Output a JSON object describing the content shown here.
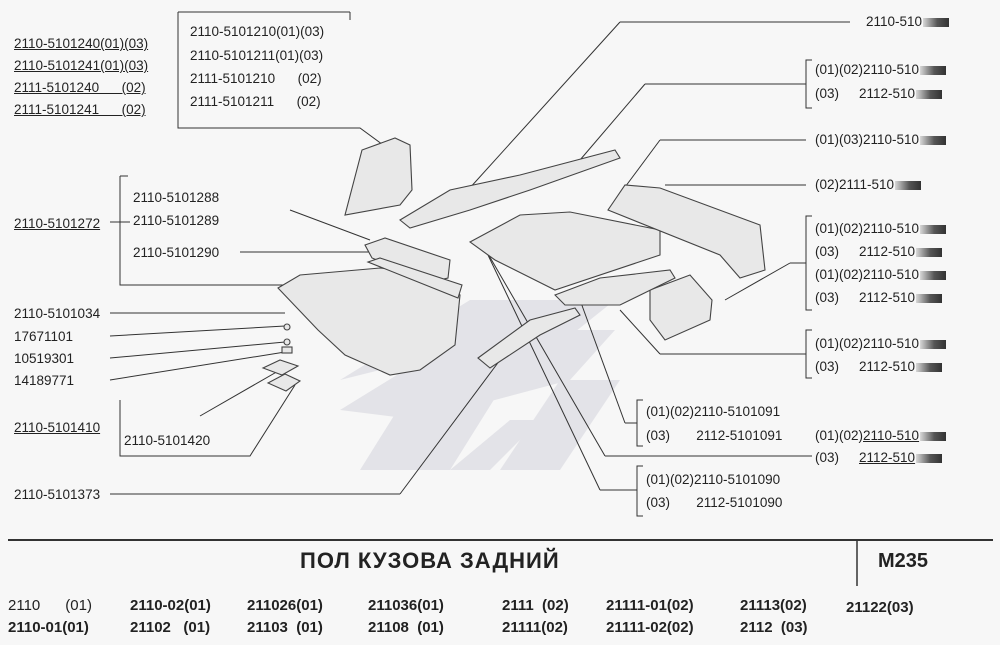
{
  "top_right": {
    "code": "2110-510"
  },
  "left_labels": [
    {
      "text": "2110-5101240(01)(03)",
      "underline_len": 12
    },
    {
      "text": "2110-5101241(01)(03)"
    },
    {
      "text": "2111-5101240      (02)"
    },
    {
      "text": "2111-5101241      (02)"
    }
  ],
  "box_top": [
    "2110-5101210(01)(03)",
    "2110-5101211(01)(03)",
    "2111-5101210      (02)",
    "2111-5101211      (02)"
  ],
  "label_272": "2110-5101272",
  "box_mid": [
    "2110-5101288",
    "2110-5101289"
  ],
  "label_290": "2110-5101290",
  "small_parts": [
    "2110-5101034",
    "17671101",
    "10519301",
    "14189771"
  ],
  "label_410": "2110-5101410",
  "label_420": "2110-5101420",
  "label_373": "2110-5101373",
  "right_labels": [
    {
      "left": "(01)(02)",
      "code": "2110-510"
    },
    {
      "left": "(03)",
      "code": "2112-510"
    },
    {
      "left": "(01)(03)",
      "code": "2110-510"
    },
    {
      "left": "(02)",
      "code": "2111-510"
    },
    {
      "left": "(01)(02)",
      "code": "2110-510"
    },
    {
      "left": "(03)",
      "code": "2112-510"
    },
    {
      "left": "(01)(02)",
      "code": "2110-510"
    },
    {
      "left": "(03)",
      "code": "2112-510"
    },
    {
      "left": "(01)(02)",
      "code": "2110-510"
    },
    {
      "left": "(03)",
      "code": "2112-510"
    }
  ],
  "box_1091": [
    "(01)(02)2110-5101091",
    "(03)       2112-5101091"
  ],
  "right_1091": [
    {
      "left": "(01)(02)",
      "code": "2110-510"
    },
    {
      "left": "(03)",
      "code": "2112-510"
    }
  ],
  "box_1090": [
    "(01)(02)2110-5101090",
    "(03)       2112-5101090"
  ],
  "title": "ПОЛ  КУЗОВА  ЗАДНИЙ",
  "page_code": "M235",
  "models_row1": [
    "2110      (01)",
    "2110-02(01)",
    "211026(01)",
    "211036(01)",
    "2111  (02)",
    "21111-01(02)",
    "21113(02)",
    "21122(03)"
  ],
  "models_row2": [
    "2110-01(01)",
    "21102   (01)",
    "21103  (01)",
    "21108  (01)",
    "21111(02)",
    "21111-02(02)",
    "2112  (03)"
  ]
}
